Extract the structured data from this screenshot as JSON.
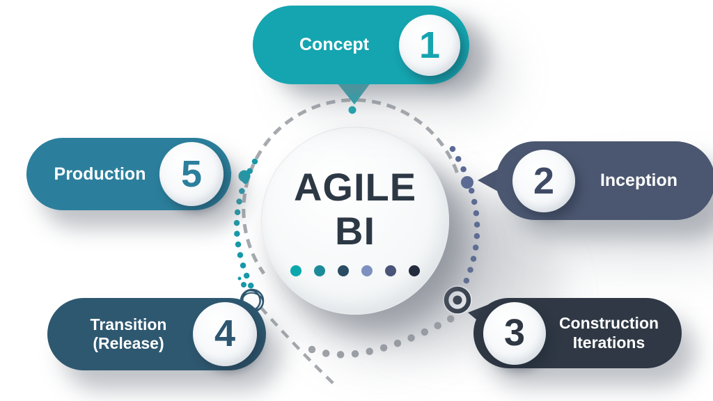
{
  "diagram": {
    "center": {
      "line1": "AGILE",
      "line2": "BI",
      "text_color": "#2d3845",
      "dot_colors": [
        "#0aa7ad",
        "#1d8a99",
        "#2b4d63",
        "#7e90bf",
        "#4a5378",
        "#242b3c"
      ]
    },
    "stages": [
      {
        "number": "1",
        "label": "Concept",
        "bubble_color": "#14a5b0",
        "number_color": "#16a4af"
      },
      {
        "number": "2",
        "label": "Inception",
        "bubble_color": "#4b5770",
        "number_color": "#3f4b66"
      },
      {
        "number": "3",
        "label": "Construction Iterations",
        "bubble_color": "#2f3844",
        "number_color": "#2e3742"
      },
      {
        "number": "4",
        "label": "Transition (Release)",
        "bubble_color": "#2e5870",
        "number_color": "#2d5671"
      },
      {
        "number": "5",
        "label": "Production",
        "bubble_color": "#2b7f9c",
        "number_color": "#2b7f9c"
      }
    ],
    "ornaments": {
      "dashed_circle_color": "#a6aaaf",
      "gray_arc_color": "#a0a4a9",
      "teal_arc_color": "#1899a9",
      "blue_arc_color": "#5b6b96",
      "tail_dot_color": "#14a5b0",
      "scribble_color": "#2e5870",
      "scribble_dot_color": "#1899a9",
      "target_color": "#2f3844"
    }
  }
}
